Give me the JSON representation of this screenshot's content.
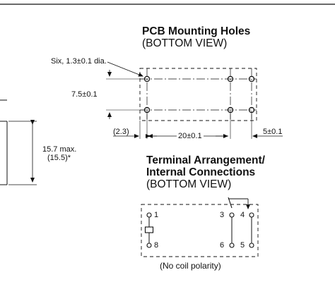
{
  "pcb": {
    "title": "PCB Mounting Holes",
    "subtitle": "(BOTTOM VIEW)",
    "hole_note": "Six, 1.3±0.1 dia.",
    "dim_vertical": "7.5±0.1",
    "dim_left": "(2.3)",
    "dim_middle": "20±0.1",
    "dim_right": "5±0.1"
  },
  "side": {
    "height_max": "15.7 max.",
    "height_nominal": "(15.5)*"
  },
  "terminal": {
    "title_line1": "Terminal Arrangement/",
    "title_line2": "Internal Connections",
    "subtitle": "(BOTTOM VIEW)",
    "pins": [
      "1",
      "8",
      "3",
      "4",
      "6",
      "5"
    ],
    "note": "(No coil polarity)"
  }
}
